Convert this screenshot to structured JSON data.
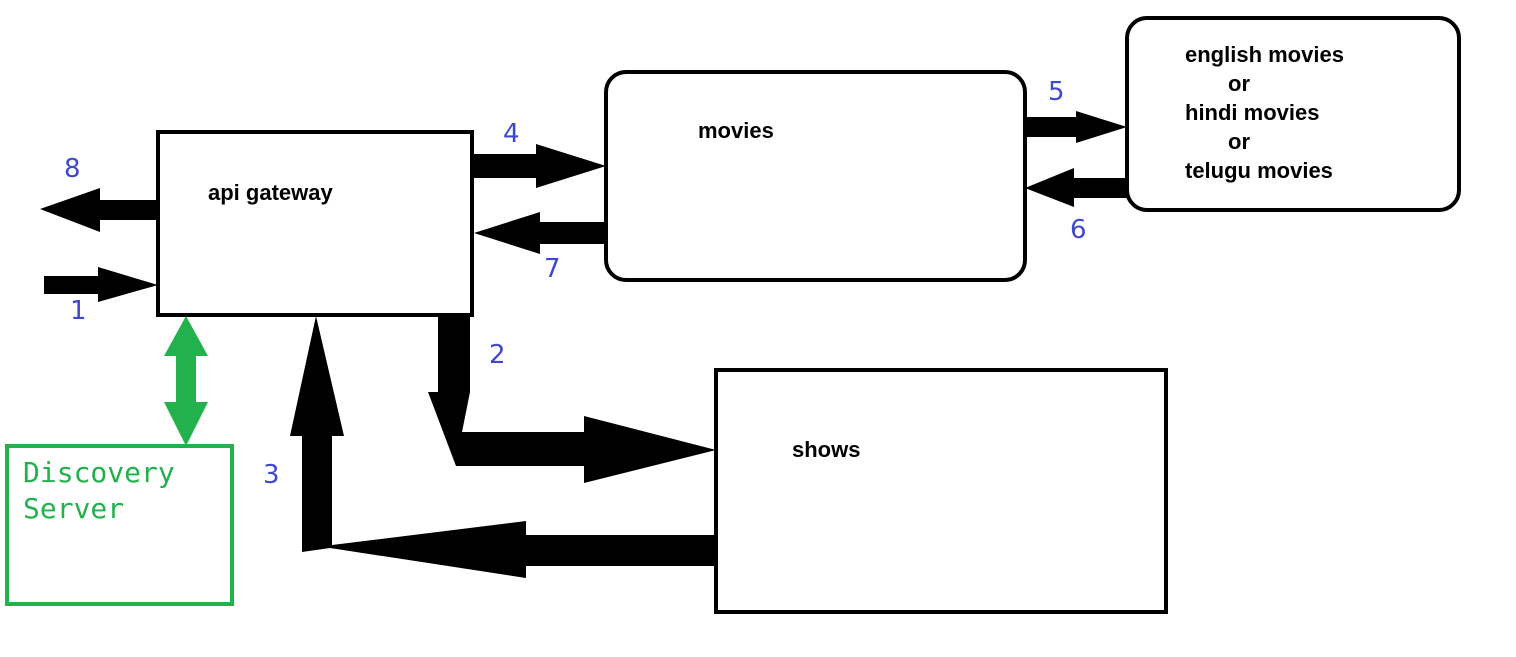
{
  "nodes": {
    "api_gateway": {
      "label": "api gateway"
    },
    "movies": {
      "label": "movies"
    },
    "shows": {
      "label": "shows"
    },
    "language_movies": {
      "lines": [
        "english movies",
        "or",
        "hindi movies",
        "or",
        "telugu movies"
      ]
    },
    "discovery_server": {
      "lines": [
        "Discovery",
        "Server"
      ]
    }
  },
  "steps": [
    "1",
    "2",
    "3",
    "4",
    "5",
    "6",
    "7",
    "8"
  ],
  "colors": {
    "arrow": "#000000",
    "step_number": "#3f48cc",
    "discovery": "#22b14c"
  }
}
